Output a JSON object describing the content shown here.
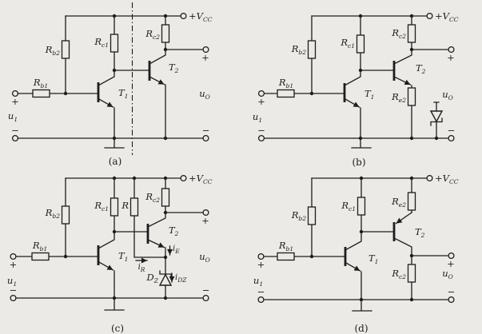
{
  "figure": {
    "background": "#eceae7",
    "ink": "#1f1d1b"
  },
  "circuits": {
    "a": {
      "caption": "(a)",
      "vcc": {
        "plus": "+",
        "t": "V",
        "s": "CC"
      },
      "rb1": {
        "t": "R",
        "s": "b1"
      },
      "rb2": {
        "t": "R",
        "s": "b2"
      },
      "rc1": {
        "t": "R",
        "s": "c1"
      },
      "rc2": {
        "t": "R",
        "s": "c2"
      },
      "t1": {
        "t": "T",
        "s": "1"
      },
      "t2": {
        "t": "T",
        "s": "2"
      },
      "u_in": {
        "t": "u",
        "s": "1"
      },
      "u_out": {
        "t": "u",
        "s": "O"
      },
      "plus": "+",
      "minus": "−"
    },
    "b": {
      "caption": "(b)",
      "vcc": {
        "plus": "+",
        "t": "V",
        "s": "CC"
      },
      "rb1": {
        "t": "R",
        "s": "b1"
      },
      "rb2": {
        "t": "R",
        "s": "b2"
      },
      "rc1": {
        "t": "R",
        "s": "c1"
      },
      "rc2": {
        "t": "R",
        "s": "c2"
      },
      "re2": {
        "t": "R",
        "s": "e2"
      },
      "t1": {
        "t": "T",
        "s": "1"
      },
      "t2": {
        "t": "T",
        "s": "2"
      },
      "u_in": {
        "t": "u",
        "s": "1"
      },
      "u_out": {
        "t": "u",
        "s": "O"
      },
      "plus": "+",
      "minus": "−"
    },
    "c": {
      "caption": "(c)",
      "vcc": {
        "plus": "+",
        "t": "V",
        "s": "CC"
      },
      "rb1": {
        "t": "R",
        "s": "b1"
      },
      "rb2": {
        "t": "R",
        "s": "b2"
      },
      "rc1": {
        "t": "R",
        "s": "c1"
      },
      "r": {
        "t": "R",
        "s": ""
      },
      "rc2": {
        "t": "R",
        "s": "c2"
      },
      "dz": {
        "t": "D",
        "s": "Z"
      },
      "ir": {
        "t": "i",
        "s": "R"
      },
      "ie": {
        "t": "i",
        "s": "E"
      },
      "idz": {
        "t": "i",
        "s": "DZ"
      },
      "t1": {
        "t": "T",
        "s": "1"
      },
      "t2": {
        "t": "T",
        "s": "2"
      },
      "u_in": {
        "t": "u",
        "s": "1"
      },
      "u_out": {
        "t": "u",
        "s": "O"
      },
      "plus": "+",
      "minus": "−"
    },
    "d": {
      "caption": "(d)",
      "vcc": {
        "plus": "+",
        "t": "V",
        "s": "CC"
      },
      "rb1": {
        "t": "R",
        "s": "b1"
      },
      "rb2": {
        "t": "R",
        "s": "b2"
      },
      "rc1": {
        "t": "R",
        "s": "c1"
      },
      "re2": {
        "t": "R",
        "s": "e2"
      },
      "rc2": {
        "t": "R",
        "s": "c2"
      },
      "t1": {
        "t": "T",
        "s": "1"
      },
      "t2": {
        "t": "T",
        "s": "2"
      },
      "u_in": {
        "t": "u",
        "s": "1"
      },
      "u_out": {
        "t": "u",
        "s": "O"
      },
      "plus": "+",
      "minus": "−"
    }
  }
}
